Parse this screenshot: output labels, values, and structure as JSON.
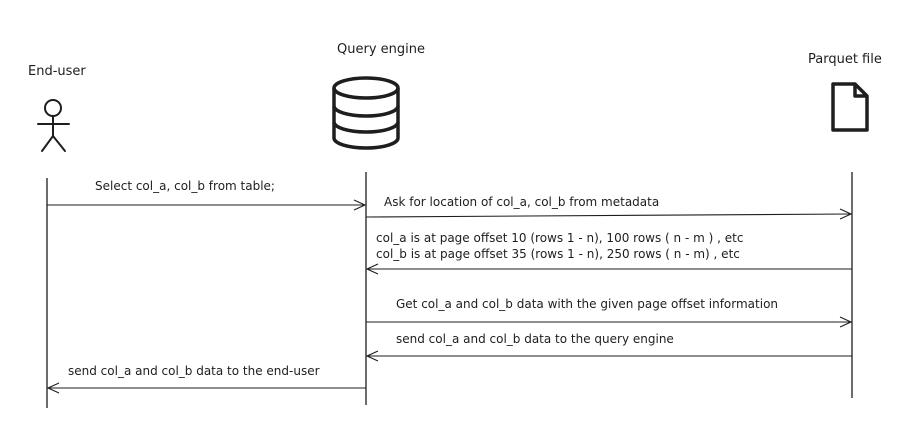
{
  "actors": {
    "end_user": {
      "label": "End-user",
      "icon": "person-icon"
    },
    "query_engine": {
      "label": "Query engine",
      "icon": "database-icon"
    },
    "parquet_file": {
      "label": "Parquet file",
      "icon": "file-icon"
    }
  },
  "messages": [
    {
      "from": "end_user",
      "to": "query_engine",
      "lines": [
        "Select col_a, col_b from table;"
      ]
    },
    {
      "from": "query_engine",
      "to": "parquet_file",
      "lines": [
        "Ask for location of col_a, col_b from metadata"
      ]
    },
    {
      "from": "parquet_file",
      "to": "query_engine",
      "lines": [
        "col_a is at page offset 10 (rows 1 - n), 100 rows ( n - m ) , etc",
        "col_b is at page offset 35 (rows 1 - n), 250 rows ( n - m) , etc"
      ]
    },
    {
      "from": "query_engine",
      "to": "parquet_file",
      "lines": [
        "Get col_a and col_b data with the given page offset information"
      ]
    },
    {
      "from": "parquet_file",
      "to": "query_engine",
      "lines": [
        "send col_a and col_b data to the query engine"
      ]
    },
    {
      "from": "query_engine",
      "to": "end_user",
      "lines": [
        "send col_a and col_b data to the end-user"
      ]
    }
  ]
}
